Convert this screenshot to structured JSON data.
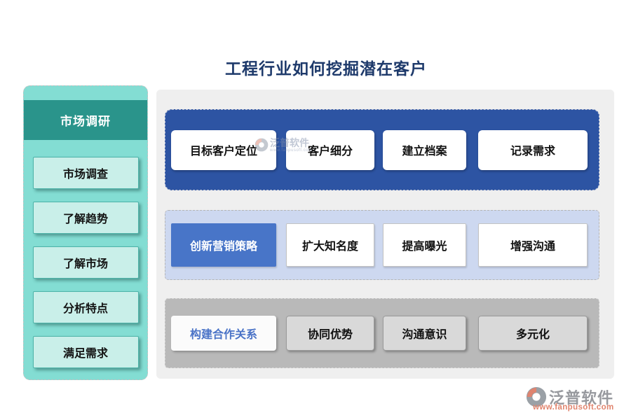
{
  "title": {
    "text": "工程行业如何挖掘潜在客户",
    "color": "#1e3a6b"
  },
  "sidebar": {
    "header": "市场调研",
    "items": [
      {
        "label": "市场调查"
      },
      {
        "label": "了解趋势"
      },
      {
        "label": "了解市场"
      },
      {
        "label": "分析特点"
      },
      {
        "label": "满足需求"
      }
    ],
    "colors": {
      "panel_bg": "#83ddd3",
      "header_bg": "#2a948b",
      "header_text": "#ffffff",
      "item_bg": "#c9efe9",
      "item_border": "#4db4a9"
    }
  },
  "rows": [
    {
      "theme": "blue",
      "bg": "#2d54a3",
      "buttons": [
        {
          "label": "目标客户定位"
        },
        {
          "label": "客户细分"
        },
        {
          "label": "建立档案"
        },
        {
          "label": "记录需求"
        }
      ]
    },
    {
      "theme": "lavender",
      "bg": "#cdd8f0",
      "primary_bg": "#4875c8",
      "buttons": [
        {
          "label": "创新营销策略"
        },
        {
          "label": "扩大知名度"
        },
        {
          "label": "提高曝光"
        },
        {
          "label": "增强沟通"
        }
      ]
    },
    {
      "theme": "gray",
      "bg": "#b9b9b9",
      "primary_text": "#4a73c7",
      "buttons": [
        {
          "label": "构建合作关系"
        },
        {
          "label": "协同优势"
        },
        {
          "label": "沟通意识"
        },
        {
          "label": "多元化"
        }
      ]
    }
  ],
  "watermark": {
    "brand": "泛普软件",
    "subtext": "www.fanpusoft.com"
  },
  "footer_logo": {
    "brand": "泛普软件",
    "url": "www.fanpusoft.com",
    "brand_color": "#97999e",
    "url_color": "#e0846e",
    "icon_gray": "#9aa0a6",
    "icon_salmon": "#df8470"
  }
}
